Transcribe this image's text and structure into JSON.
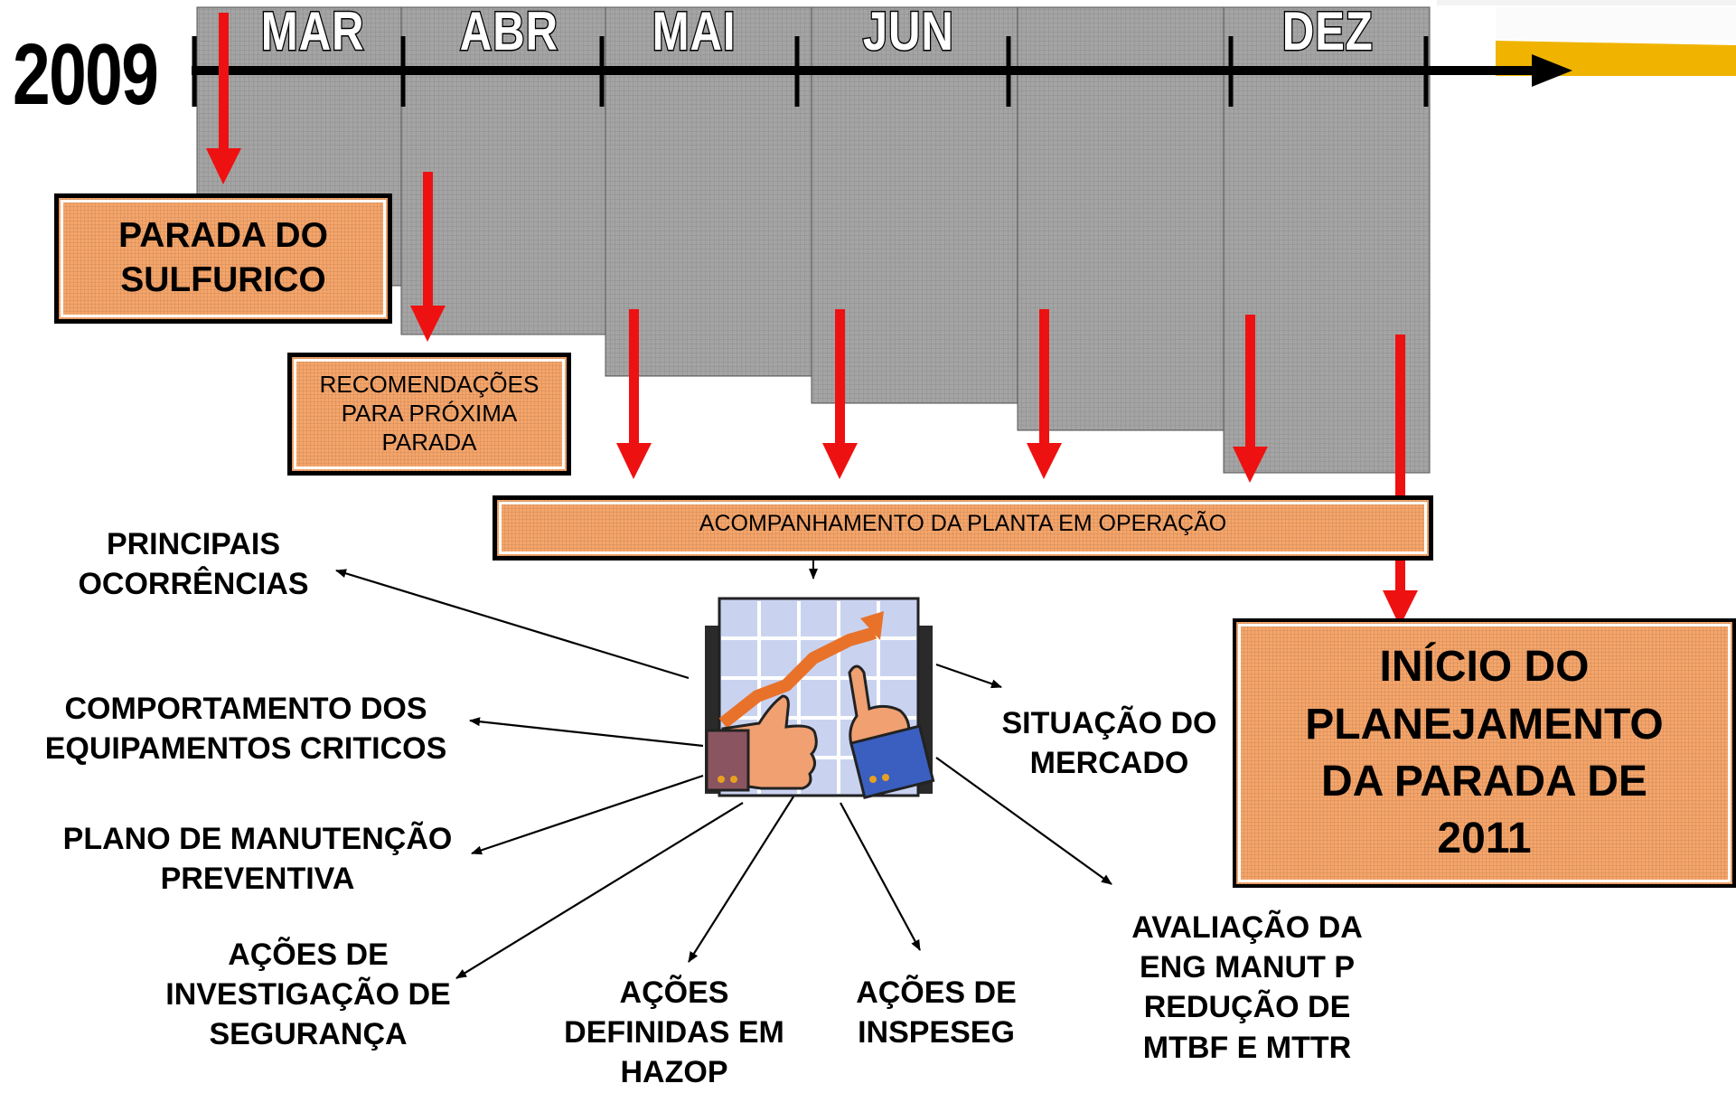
{
  "year": "2009",
  "months": [
    "MAR",
    "ABR",
    "MAI",
    "JUN",
    "",
    "DEZ"
  ],
  "boxes": {
    "parada_sulfurico": "PARADA DO SULFURICO",
    "recomendacoes": "RECOMENDAÇÕES PARA PRÓXIMA PARADA",
    "acompanhamento": "ACOMPANHAMENTO DA PLANTA EM OPERAÇÃO",
    "inicio_planejamento": "INÍCIO DO PLANEJAMENTO DA PARADA DE 2011"
  },
  "outputs": {
    "principais": "PRINCIPAIS OCORRÊNCIAS",
    "comportamento": "COMPORTAMENTO DOS EQUIPAMENTOS CRITICOS",
    "plano": "PLANO DE MANUTENÇÃO PREVENTIVA",
    "investigacao": "AÇÕES DE INVESTIGAÇÃO DE SEGURANÇA",
    "hazop": "AÇÕES DEFINIDAS EM HAZOP",
    "inspeseg": "AÇÕES DE INSPESEG",
    "avaliacao": "AVALIAÇÃO DA ENG MANUT P REDUÇÃO DE MTBF E MTTR",
    "mercado": "SITUAÇÃO DO MERCADO"
  },
  "colors": {
    "box_fill": "#f5a56a",
    "timeline_gray": "#a2a2a2",
    "arrow_red": "#ee1111",
    "corner_accent": "#f0b400"
  }
}
